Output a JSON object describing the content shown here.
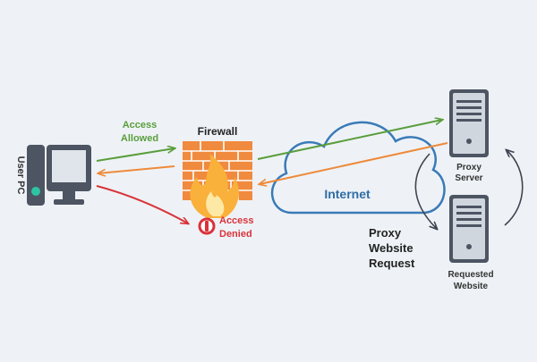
{
  "labels": {
    "user_pc": "User PC",
    "access_allowed_line1": "Access",
    "access_allowed_line2": "Allowed",
    "firewall": "Firewall",
    "access_denied_line1": "Access",
    "access_denied_line2": "Denied",
    "internet": "Internet",
    "proxy_request_line1": "Proxy",
    "proxy_request_line2": "Website",
    "proxy_request_line3": "Request",
    "proxy_server_line1": "Proxy",
    "proxy_server_line2": "Server",
    "requested_website_line1": "Requested",
    "requested_website_line2": "Website"
  },
  "colors": {
    "background": "#eef2f6",
    "allowed_arrow": "#5a9e3c",
    "return_arrow": "#ee8a3a",
    "denied_arrow": "#d9333a",
    "cloud_outline": "#3a7ab8",
    "internet_text": "#2f6da6",
    "firewall_brick": "#f08a3e",
    "server_body": "#4d5563",
    "monitor_screen": "#dfe5ea"
  },
  "icons": {
    "user_pc": "desktop-computer-icon",
    "firewall": "firewall-icon",
    "denied": "no-entry-icon",
    "proxy_server": "server-icon",
    "requested_website": "server-icon"
  }
}
